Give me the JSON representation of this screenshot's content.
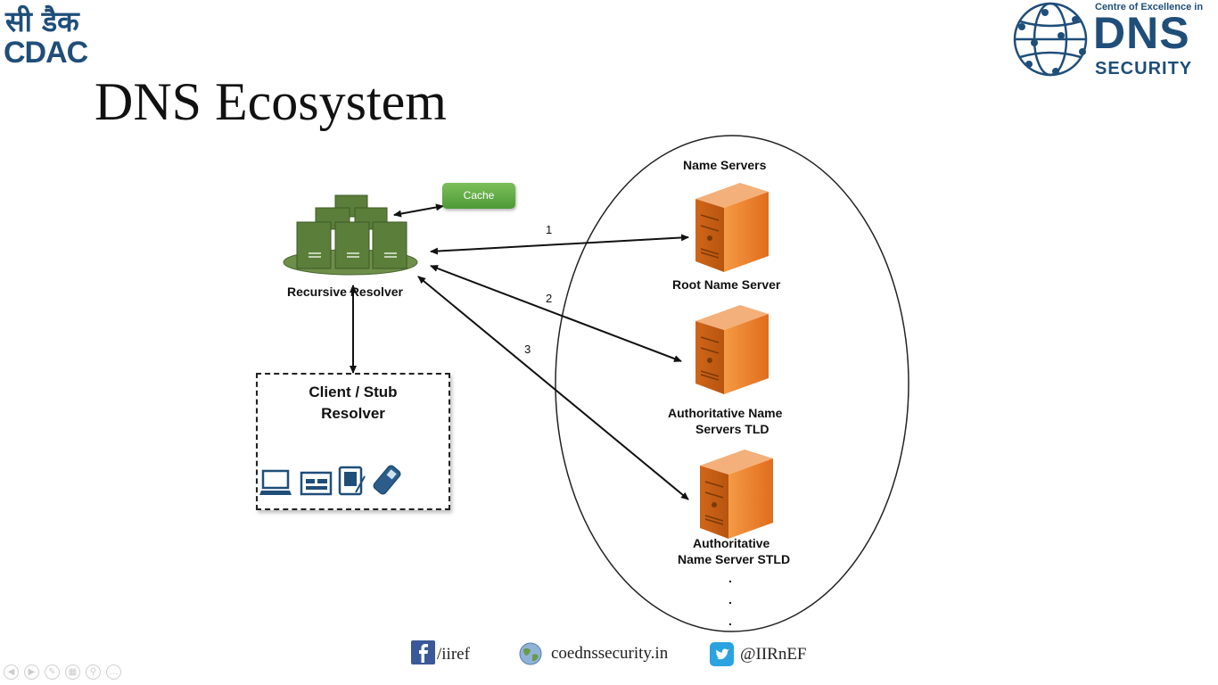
{
  "title": "DNS Ecosystem",
  "logos": {
    "cdac_hindi": "सी डैक",
    "cdac_english": "CDAC",
    "coe_line": "Centre of Excellence in",
    "dns_word": "DNS",
    "security_word": "SECURITY"
  },
  "diagram": {
    "cache_label": "Cache",
    "resolver_label": "Recursive Resolver",
    "client_label_line1": "Client / Stub",
    "client_label_line2": "Resolver",
    "name_servers_title": "Name Servers",
    "root_label": "Root Name Server",
    "tld_label_line1": "Authoritative Name",
    "tld_label_line2": "Servers TLD",
    "stld_label_line1": "Authoritative",
    "stld_label_line2": "Name Server STLD",
    "step1": "1",
    "step2": "2",
    "step3": "3",
    "ellipsis_dot": "."
  },
  "footer": {
    "facebook": "/iiref",
    "website": "coednssecurity.in",
    "twitter": "@IIRnEF"
  },
  "colors": {
    "server_orange": "#e8782a",
    "resolver_green": "#5b7f3a",
    "cache_green": "#5ea844",
    "logo_blue": "#1f4e79"
  }
}
